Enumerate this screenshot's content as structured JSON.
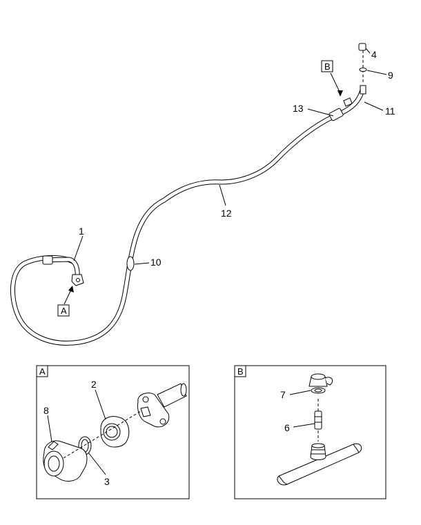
{
  "main_view": {
    "callouts": {
      "c1": "1",
      "c4": "4",
      "c9": "9",
      "c10": "10",
      "c11": "11",
      "c12": "12",
      "c13": "13"
    },
    "detail_refs": {
      "a": "A",
      "b": "B"
    }
  },
  "detail_a": {
    "tag": "A",
    "callouts": {
      "c2": "2",
      "c3": "3",
      "c8": "8"
    }
  },
  "detail_b": {
    "tag": "B",
    "callouts": {
      "c6": "6",
      "c7": "7"
    }
  }
}
